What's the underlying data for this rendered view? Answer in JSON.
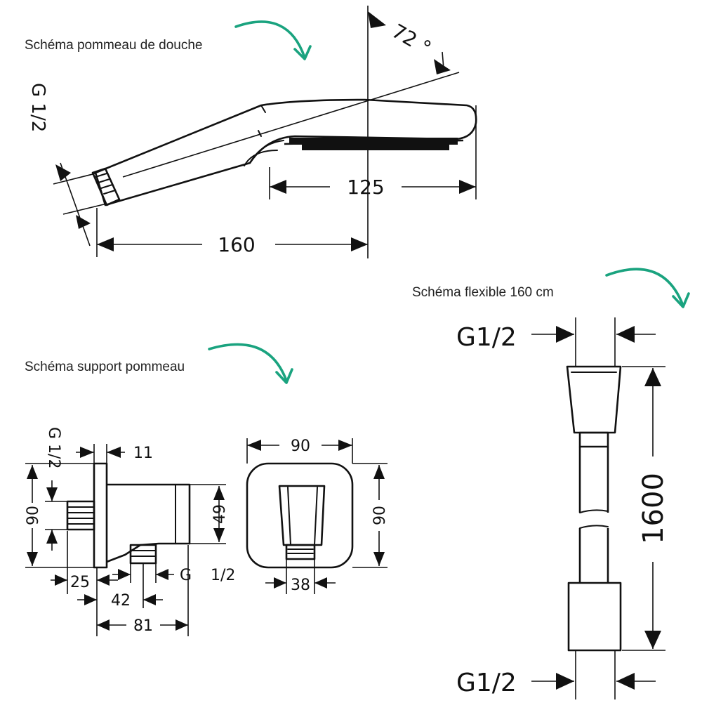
{
  "captions": {
    "shower_head": "Schéma pommeau de douche",
    "hose": "Schéma flexible 160 cm",
    "holder": "Schéma support pommeau"
  },
  "shower_head": {
    "thread": "G 1/2",
    "angle": "72 °",
    "length_total": "160",
    "length_face": "125"
  },
  "hose": {
    "thread_top": "G1/2",
    "thread_bottom": "G1/2",
    "length": "1600"
  },
  "holder": {
    "thread_left": "G 1/2",
    "flange": "11",
    "height": "90",
    "outlet_height": "49",
    "depth_25": "25",
    "depth_42": "42",
    "depth_81": "81",
    "outlet_thread_g": "G",
    "outlet_thread_size": "1/2",
    "front_width": "90",
    "front_height": "90",
    "front_38": "38"
  },
  "colors": {
    "accent_arrow": "#1aa37f",
    "line": "#111111"
  }
}
